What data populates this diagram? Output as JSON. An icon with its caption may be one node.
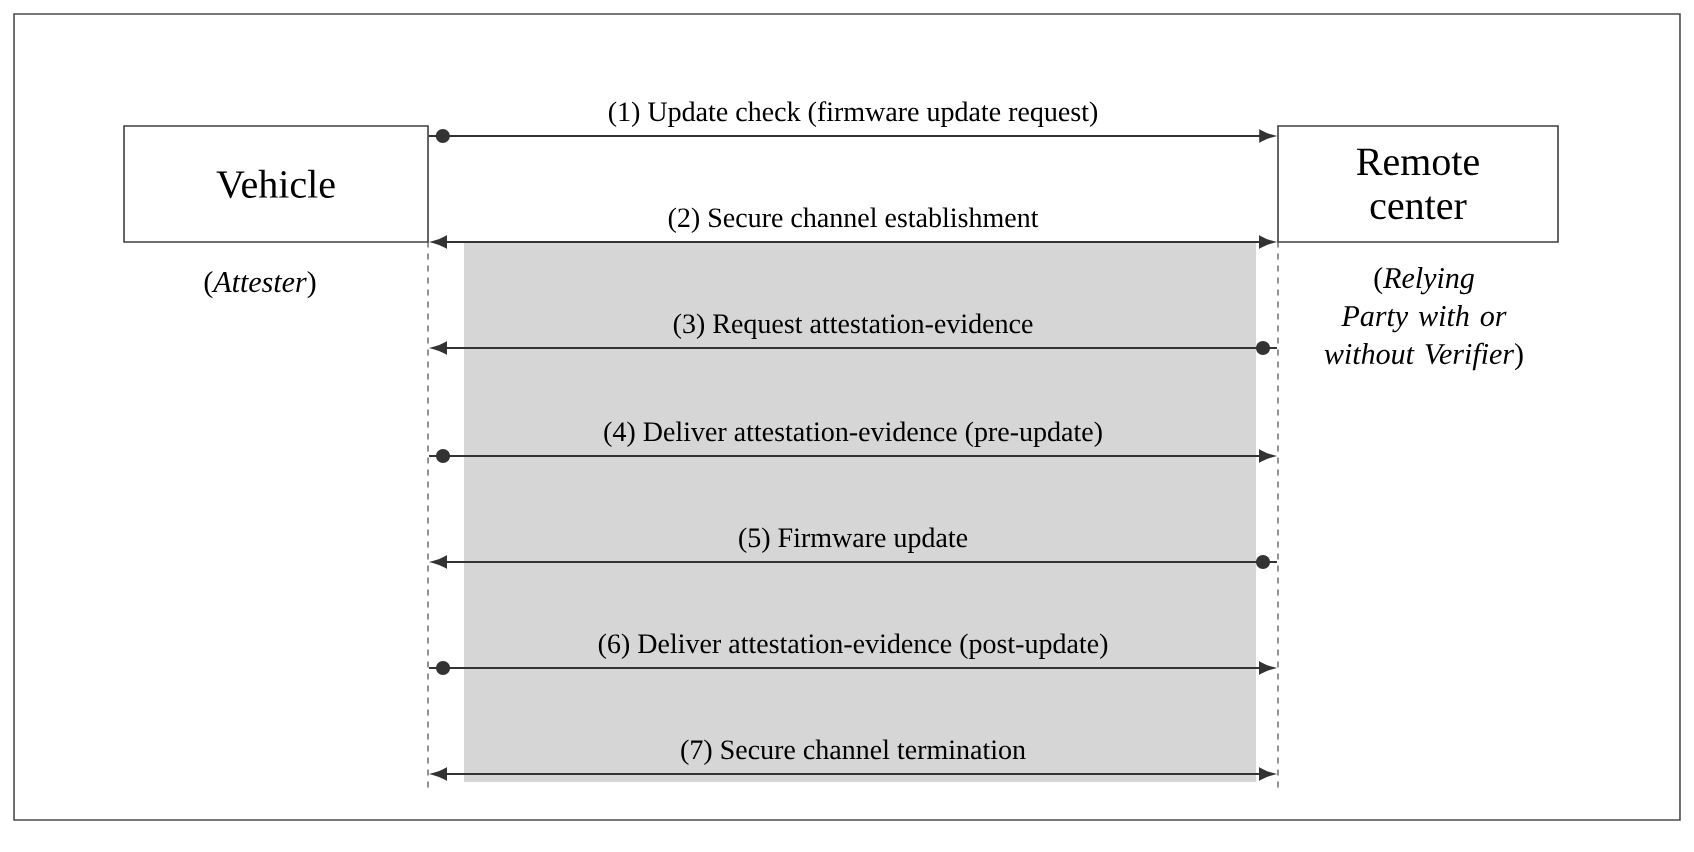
{
  "diagram": {
    "nodes": [
      {
        "text": [
          "Vehicle"
        ],
        "beside": [
          "(*Attester*)"
        ]
      },
      {
        "text": [
          "Remote center"
        ],
        "beside": [
          "(*Relying Party with or without Verifier*)"
        ]
      },
      {
        "text": [],
        "shape": "line"
      },
      {
        "text": [],
        "shape": "line"
      }
    ],
    "edges": [
      {
        "from": 0,
        "to": 1,
        "arrow": "to",
        "label": "(1) Update check (firmware update request)"
      },
      {
        "from": 2,
        "to": 3,
        "arrow": "both",
        "label": "(2) Secure channel establishment"
      },
      {
        "from": 3,
        "to": 2,
        "arrow": "to",
        "label": "(3) Request attestation-evidence"
      },
      {
        "from": 2,
        "to": 3,
        "arrow": "to",
        "label": "(4) Deliver attestation-evidence (pre-update)"
      },
      {
        "from": 3,
        "to": 2,
        "arrow": "to",
        "label": "(5) Firmware update"
      },
      {
        "from": 2,
        "to": 3,
        "arrow": "to",
        "label": "(6) Deliver attestation-evidence (post-update)"
      },
      {
        "from": 2,
        "to": 3,
        "arrow": "both",
        "label": "(7) Secure channel termination"
      }
    ]
  }
}
